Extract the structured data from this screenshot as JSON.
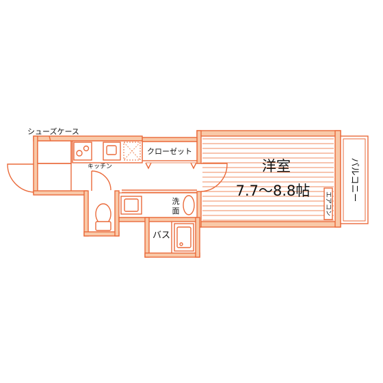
{
  "rooms": {
    "western_room": {
      "name": "洋室",
      "size": "7.7～8.8帖"
    },
    "balcony": "バルコニー",
    "kitchen": "キッチン",
    "closet": "クローゼット",
    "shoe_cabinet": "シューズケース",
    "washroom_1": "洗",
    "washroom_2": "面",
    "bath": "バス",
    "aircon": "エアコン"
  },
  "colors": {
    "wall_stroke": "#ea6a3a",
    "wall_fill": "#f9c9a8",
    "floor_lines": "#ef8a5c"
  }
}
